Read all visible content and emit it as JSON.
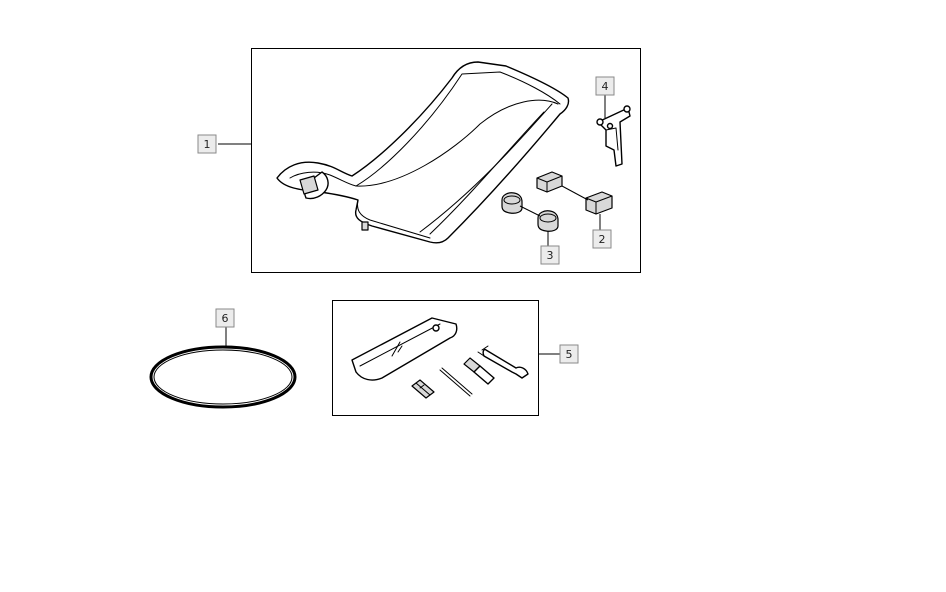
{
  "callouts": [
    {
      "id": "1",
      "label": "1"
    },
    {
      "id": "2",
      "label": "2"
    },
    {
      "id": "3",
      "label": "3"
    },
    {
      "id": "4",
      "label": "4"
    },
    {
      "id": "5",
      "label": "5"
    },
    {
      "id": "6",
      "label": "6"
    }
  ],
  "parts": {
    "seat": {
      "icon": "seat-icon"
    },
    "seat_bracket": {
      "icon": "bracket-icon"
    },
    "rubber_blocks": {
      "icon": "rubber-block-icon"
    },
    "rubber_dampers": {
      "icon": "damper-icon"
    },
    "tool_kit": {
      "icon": "tool-kit-icon"
    },
    "belt": {
      "icon": "belt-ring-icon"
    }
  }
}
